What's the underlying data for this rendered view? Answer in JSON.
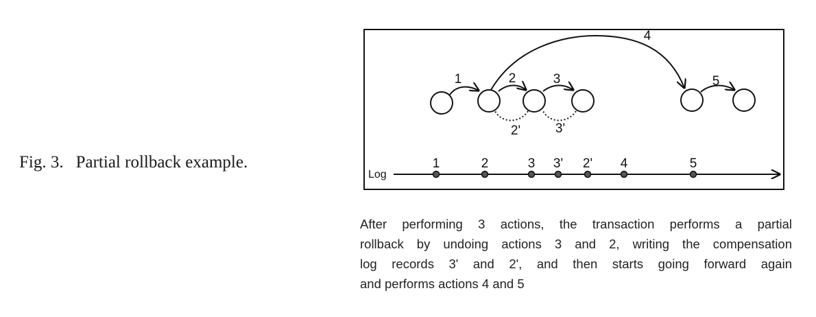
{
  "figure": {
    "number": "Fig. 3.",
    "title": "Partial rollback example."
  },
  "diagram": {
    "actions": [
      {
        "label": "1",
        "kind": "forward"
      },
      {
        "label": "2",
        "kind": "forward"
      },
      {
        "label": "3",
        "kind": "forward"
      },
      {
        "label": "4",
        "kind": "forward"
      },
      {
        "label": "5",
        "kind": "forward"
      }
    ],
    "compensations": [
      {
        "label": "2'",
        "kind": "undo"
      },
      {
        "label": "3'",
        "kind": "undo"
      }
    ],
    "log": {
      "label": "Log",
      "records": [
        "1",
        "2",
        "3",
        "3'",
        "2'",
        "4",
        "5"
      ]
    }
  },
  "caption": {
    "lines": [
      "After performing 3 actions, the transaction performs a partial",
      "rollback by undoing actions 3 and 2, writing the compensation",
      "log records 3' and 2', and then starts going forward again",
      "and performs actions 4 and 5"
    ]
  }
}
